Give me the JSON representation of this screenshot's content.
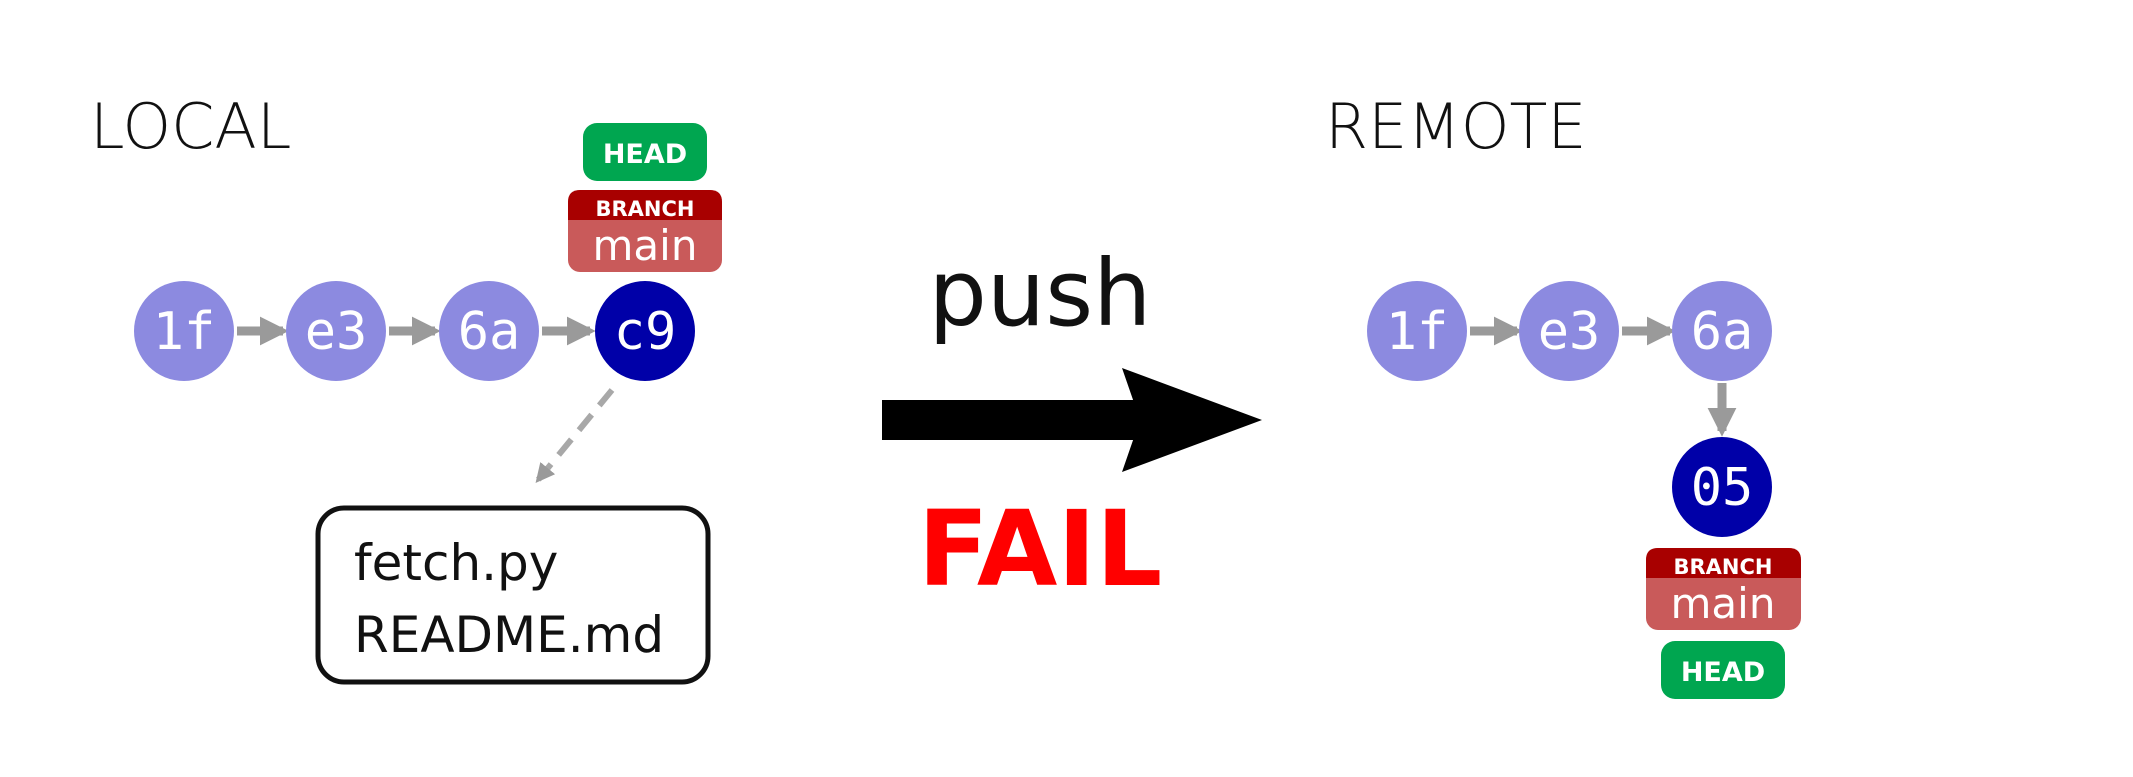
{
  "local": {
    "title": "LOCAL",
    "commits": [
      "1f",
      "e3",
      "6a",
      "c9"
    ],
    "head_label": "HEAD",
    "branch_label": "BRANCH",
    "branch_name": "main",
    "files": [
      "fetch.py",
      "README.md"
    ]
  },
  "action": {
    "verb": "push",
    "result": "FAIL"
  },
  "remote": {
    "title": "REMOTE",
    "commits": [
      "1f",
      "e3",
      "6a",
      "05"
    ],
    "head_label": "HEAD",
    "branch_label": "BRANCH",
    "branch_name": "main"
  },
  "colors": {
    "commit_light": "#8c8ae0",
    "commit_dark": "#0000a8",
    "arrow_gray": "#9a9a9a",
    "head_green": "#00a650",
    "branch_dark_red": "#a80000",
    "branch_light_red": "#c95a5a",
    "fail_red": "#ff0000"
  }
}
